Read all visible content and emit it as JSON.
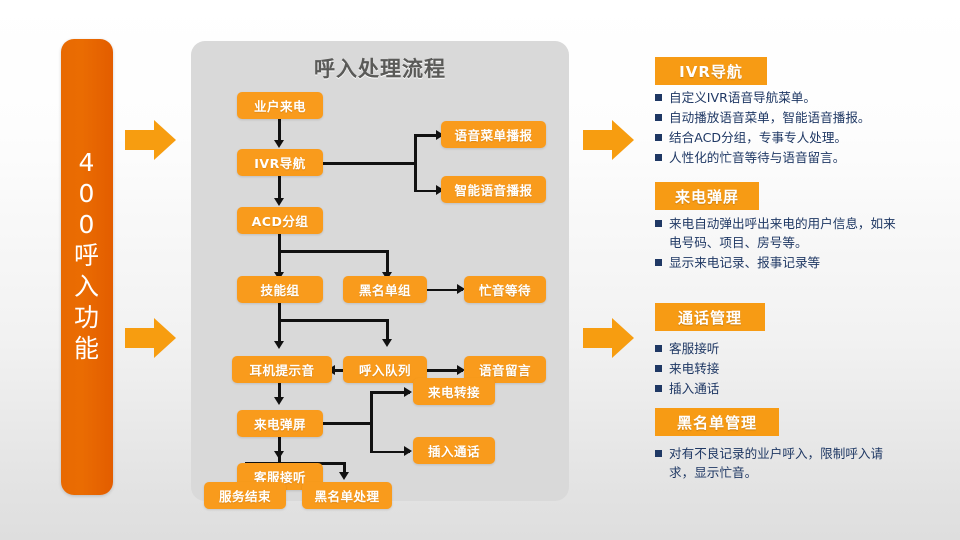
{
  "banner": {
    "lines": [
      "4",
      "0",
      "0",
      "呼",
      "入",
      "功",
      "能"
    ],
    "color": "#e86a02"
  },
  "flow": {
    "title": "呼入处理流程",
    "panel_color": "#d9d9d9",
    "box_color": "#f99b1c",
    "nodes": [
      {
        "id": "n1",
        "label": "业户来电"
      },
      {
        "id": "n2",
        "label": "IVR导航"
      },
      {
        "id": "n3",
        "label": "语音菜单播报"
      },
      {
        "id": "n4",
        "label": "智能语音播报"
      },
      {
        "id": "n5",
        "label": "ACD分组"
      },
      {
        "id": "n6",
        "label": "技能组"
      },
      {
        "id": "n7",
        "label": "黑名单组"
      },
      {
        "id": "n8",
        "label": "忙音等待"
      },
      {
        "id": "n9",
        "label": "耳机提示音"
      },
      {
        "id": "n10",
        "label": "呼入队列"
      },
      {
        "id": "n11",
        "label": "语音留言"
      },
      {
        "id": "n12",
        "label": "来电弹屏"
      },
      {
        "id": "n13",
        "label": "客服接听"
      },
      {
        "id": "n14",
        "label": "来电转接"
      },
      {
        "id": "n15",
        "label": "插入通话"
      },
      {
        "id": "n16",
        "label": "服务结束"
      },
      {
        "id": "n17",
        "label": "黑名单处理"
      }
    ]
  },
  "features": [
    {
      "title": "IVR导航",
      "items": [
        "自定义IVR语音导航菜单。",
        "自动播放语音菜单，智能语音播报。",
        "结合ACD分组，专事专人处理。",
        "人性化的忙音等待与语音留言。"
      ]
    },
    {
      "title": "来电弹屏",
      "items": [
        "来电自动弹出呼出来电的用户信息，如来电号码、项目、房号等。",
        "显示来电记录、报事记录等"
      ]
    },
    {
      "title": "通话管理",
      "items": [
        "客服接听",
        "来电转接",
        "插入通话"
      ]
    },
    {
      "title": "黑名单管理",
      "items": [
        "对有不良记录的业户呼入，限制呼入请求，显示忙音。"
      ]
    }
  ],
  "arrows": {
    "color": "#f79d10",
    "count": 3
  }
}
